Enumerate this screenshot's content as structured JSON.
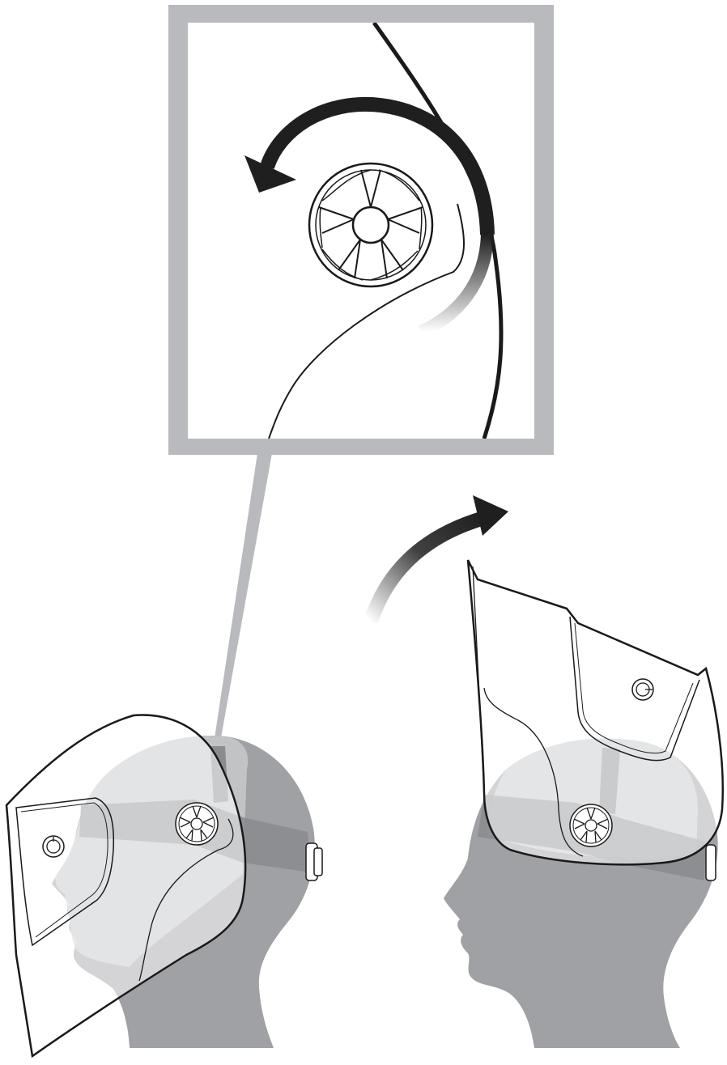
{
  "illustration": {
    "subject": "welding-helmet-pivot",
    "panels": [
      "zoom-inset",
      "helmet-lowered",
      "helmet-raised"
    ]
  },
  "colors": {
    "background": "#ffffff",
    "inset_frame": "#b8babd",
    "head_light": "#c8c9cb",
    "head_dark": "#9fa1a4",
    "headband": "#8a8c8f",
    "outline": "#1a1a1a",
    "arrow": "#1f1f1f",
    "shell_fill": "#ffffff"
  },
  "icons": {
    "rotate_arrow": "counterclockwise-arrow-icon",
    "lift_arrow": "upward-curved-arrow-icon",
    "pivot_knob": "star-knob-icon",
    "shade_dial": "shade-dial-icon"
  }
}
